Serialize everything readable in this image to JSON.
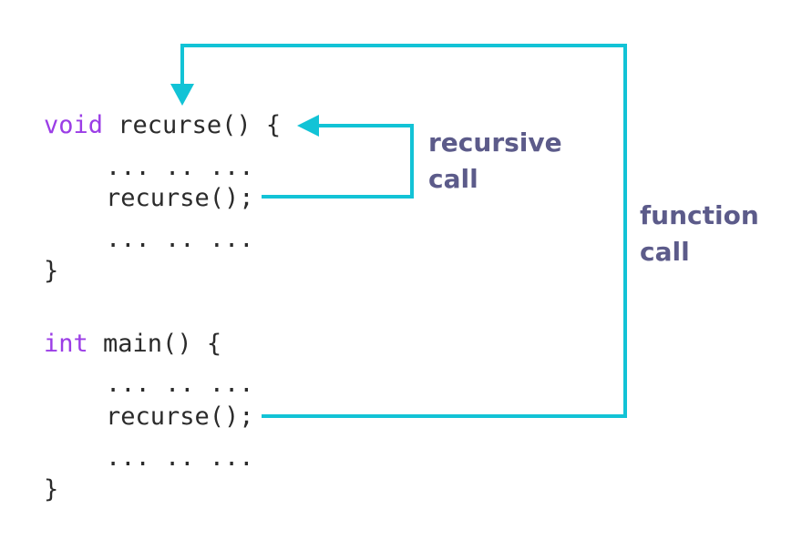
{
  "colors": {
    "arrow": "#12c3d6",
    "keyword": "#9b3de6",
    "code": "#2b2b2b",
    "label": "#5c5b8a"
  },
  "code": {
    "recurse_def": {
      "keyword": "void",
      "signature": " recurse() {",
      "line_1": "... .. ...",
      "call": "recurse();",
      "line_3": "... .. ...",
      "close": "}"
    },
    "main_def": {
      "keyword": "int",
      "signature": " main() {",
      "line_1": "... .. ...",
      "call": "recurse();",
      "line_3": "... .. ...",
      "close": "}"
    }
  },
  "labels": {
    "recursive_call": {
      "line_1": "recursive",
      "line_2": "call"
    },
    "function_call": {
      "line_1": "function",
      "line_2": "call"
    }
  }
}
